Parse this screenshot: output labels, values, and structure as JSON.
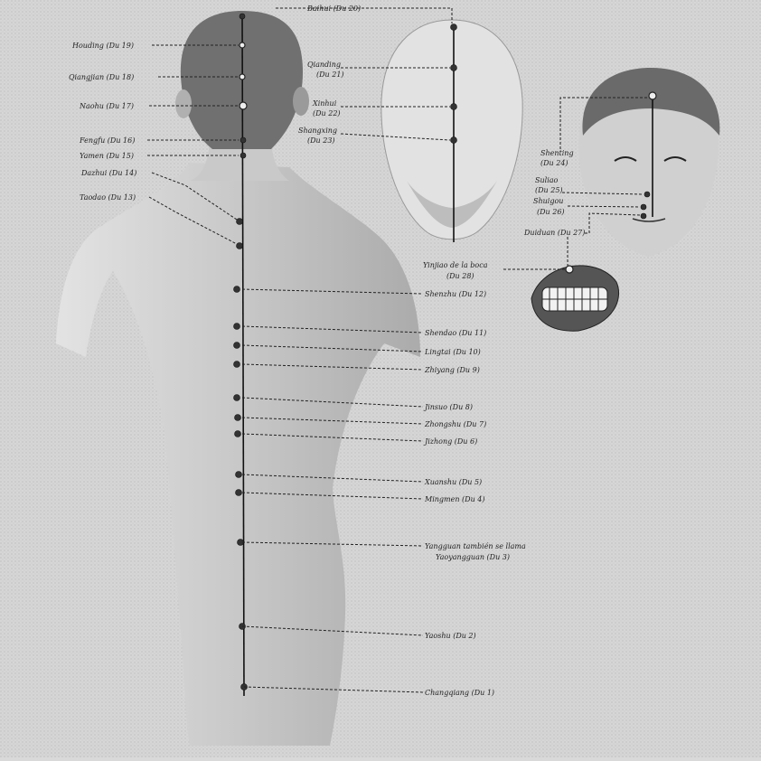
{
  "labels": {
    "baihui": "Baihui (Du 20)",
    "houding": "Houding (Du 19)",
    "qiangjian": "Qiangjian (Du 18)",
    "naohu": "Naohu (Du 17)",
    "fengfu": "Fengfu (Du 16)",
    "yamen": "Yamen (Du 15)",
    "dazhui": "Dazhui (Du 14)",
    "taodao": "Taodao (Du 13)",
    "qianding_1": "Qianding",
    "qianding_2": "(Du 21)",
    "xinhui_1": "Xinhui",
    "xinhui_2": "(Du 22)",
    "shangxing_1": "Shangxing",
    "shangxing_2": "(Du 23)",
    "shenting_1": "Shenting",
    "shenting_2": "(Du 24)",
    "suliao_1": "Suliao",
    "suliao_2": "(Du 25)",
    "shuigou_1": "Shuigou",
    "shuigou_2": "(Du 26)",
    "duiduan": "Duiduan (Du 27)",
    "yinjiao_1": "Yinjiao de la boca",
    "yinjiao_2": "(Du 28)",
    "shenzhu": "Shenzhu (Du 12)",
    "shendao": "Shendao (Du 11)",
    "lingtai": "Lingtai (Du 10)",
    "zhiyang": "Zhiyang (Du 9)",
    "jinsuo": "Jinsuo (Du 8)",
    "zhongshu": "Zhongshu (Du 7)",
    "jizhong": "Jizhong (Du 6)",
    "xuanshu": "Xuanshu (Du 5)",
    "mingmen": "Mingmen (Du 4)",
    "yaoyangguan_1": "Yangguan también se llama",
    "yaoyangguan_2": "Yaoyangguan (Du 3)",
    "yaoshu": "Yaoshu (Du 2)",
    "changqiang": "Changqiang (Du 1)"
  },
  "colors": {
    "background": "#d9d9d9",
    "body": "#b8b8b8",
    "body_light": "#eaeaea",
    "hair": "#6f6f6f",
    "line": "#222222"
  }
}
